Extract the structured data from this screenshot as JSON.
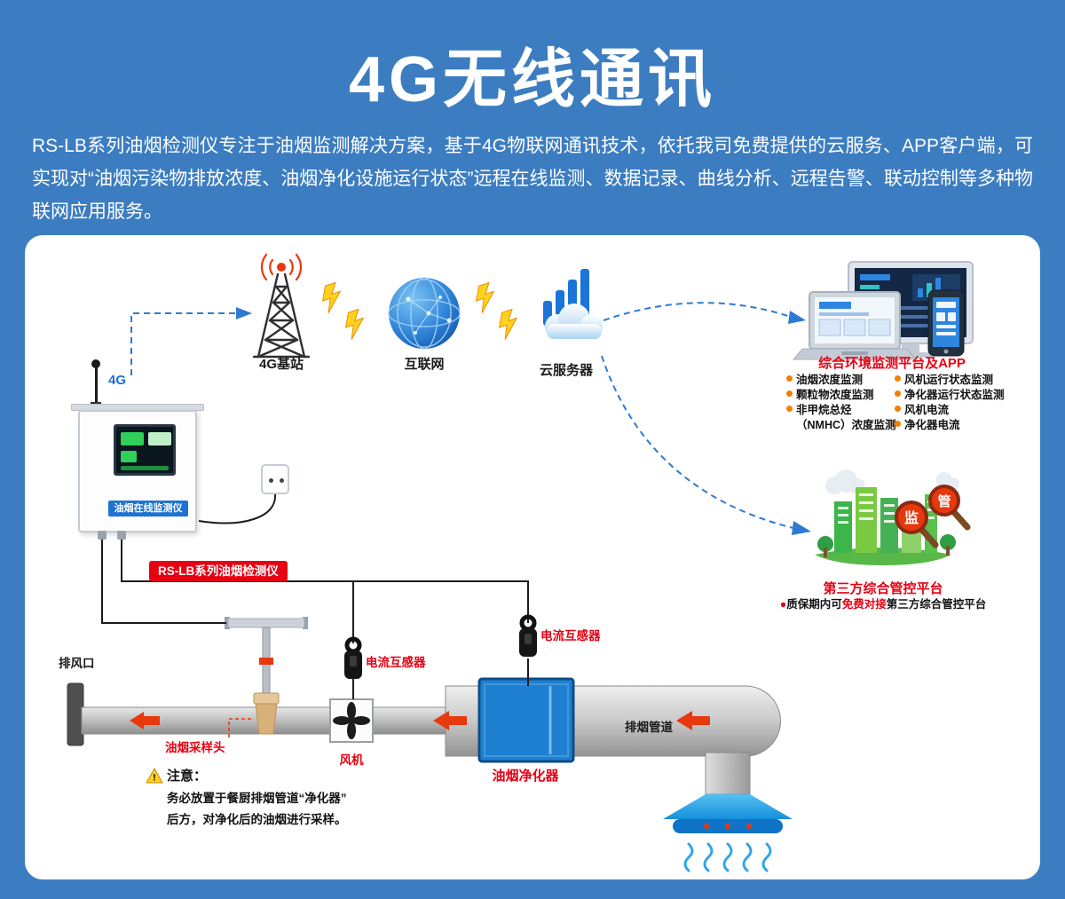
{
  "palette": {
    "accent_red": "#e60012",
    "brand_blue": "#1e73d2",
    "bg_blue": "#3c7dc1",
    "flow_red": "#e8380d"
  },
  "header": {
    "title": "4G无线通讯",
    "intro": "RS-LB系列油烟检测仪专注于油烟监测解决方案，基于4G物联网通讯技术，依托我司免费提供的云服务、APP客户端，可实现对“油烟污染物排放浓度、油烟净化设施运行状态”远程在线监测、数据记录、曲线分析、远程告警、联动控制等多种物联网应用服务。"
  },
  "network": {
    "base_station": "4G基站",
    "internet": "互联网",
    "cloud_server": "云服务器"
  },
  "platform": {
    "title": "综合环境监测平台及APP",
    "left_items": [
      "油烟浓度监测",
      "颗粒物浓度监测",
      "非甲烷总烃",
      "（NMHC）浓度监测"
    ],
    "right_items": [
      "风机运行状态监测",
      "净化器运行状态监测",
      "风机电流",
      "净化器电流"
    ]
  },
  "third_party": {
    "title": "第三方综合管控平台",
    "note_bullet": "●",
    "note_pre": "质保期内可",
    "note_highlight": "免费对接",
    "note_post": "第三方综合管控平台",
    "magnifier_left": "监",
    "magnifier_right": "管"
  },
  "device": {
    "g4": "4G",
    "screen_label": "油烟在线监测仪",
    "badge": "RS-LB系列油烟检测仪"
  },
  "duct": {
    "exhaust_outlet": "排风口",
    "sampling_head": "油烟采样头",
    "fan": "风机",
    "ct1": "电流互感器",
    "ct2": "电流互感器",
    "purifier": "油烟净化器",
    "pipe": "排烟管道"
  },
  "notice": {
    "warning_mark": "!",
    "title": "注意：",
    "line1": "务必放置于餐厨排烟管道“净化器”",
    "line2": "后方，对净化后的油烟进行采样。"
  }
}
